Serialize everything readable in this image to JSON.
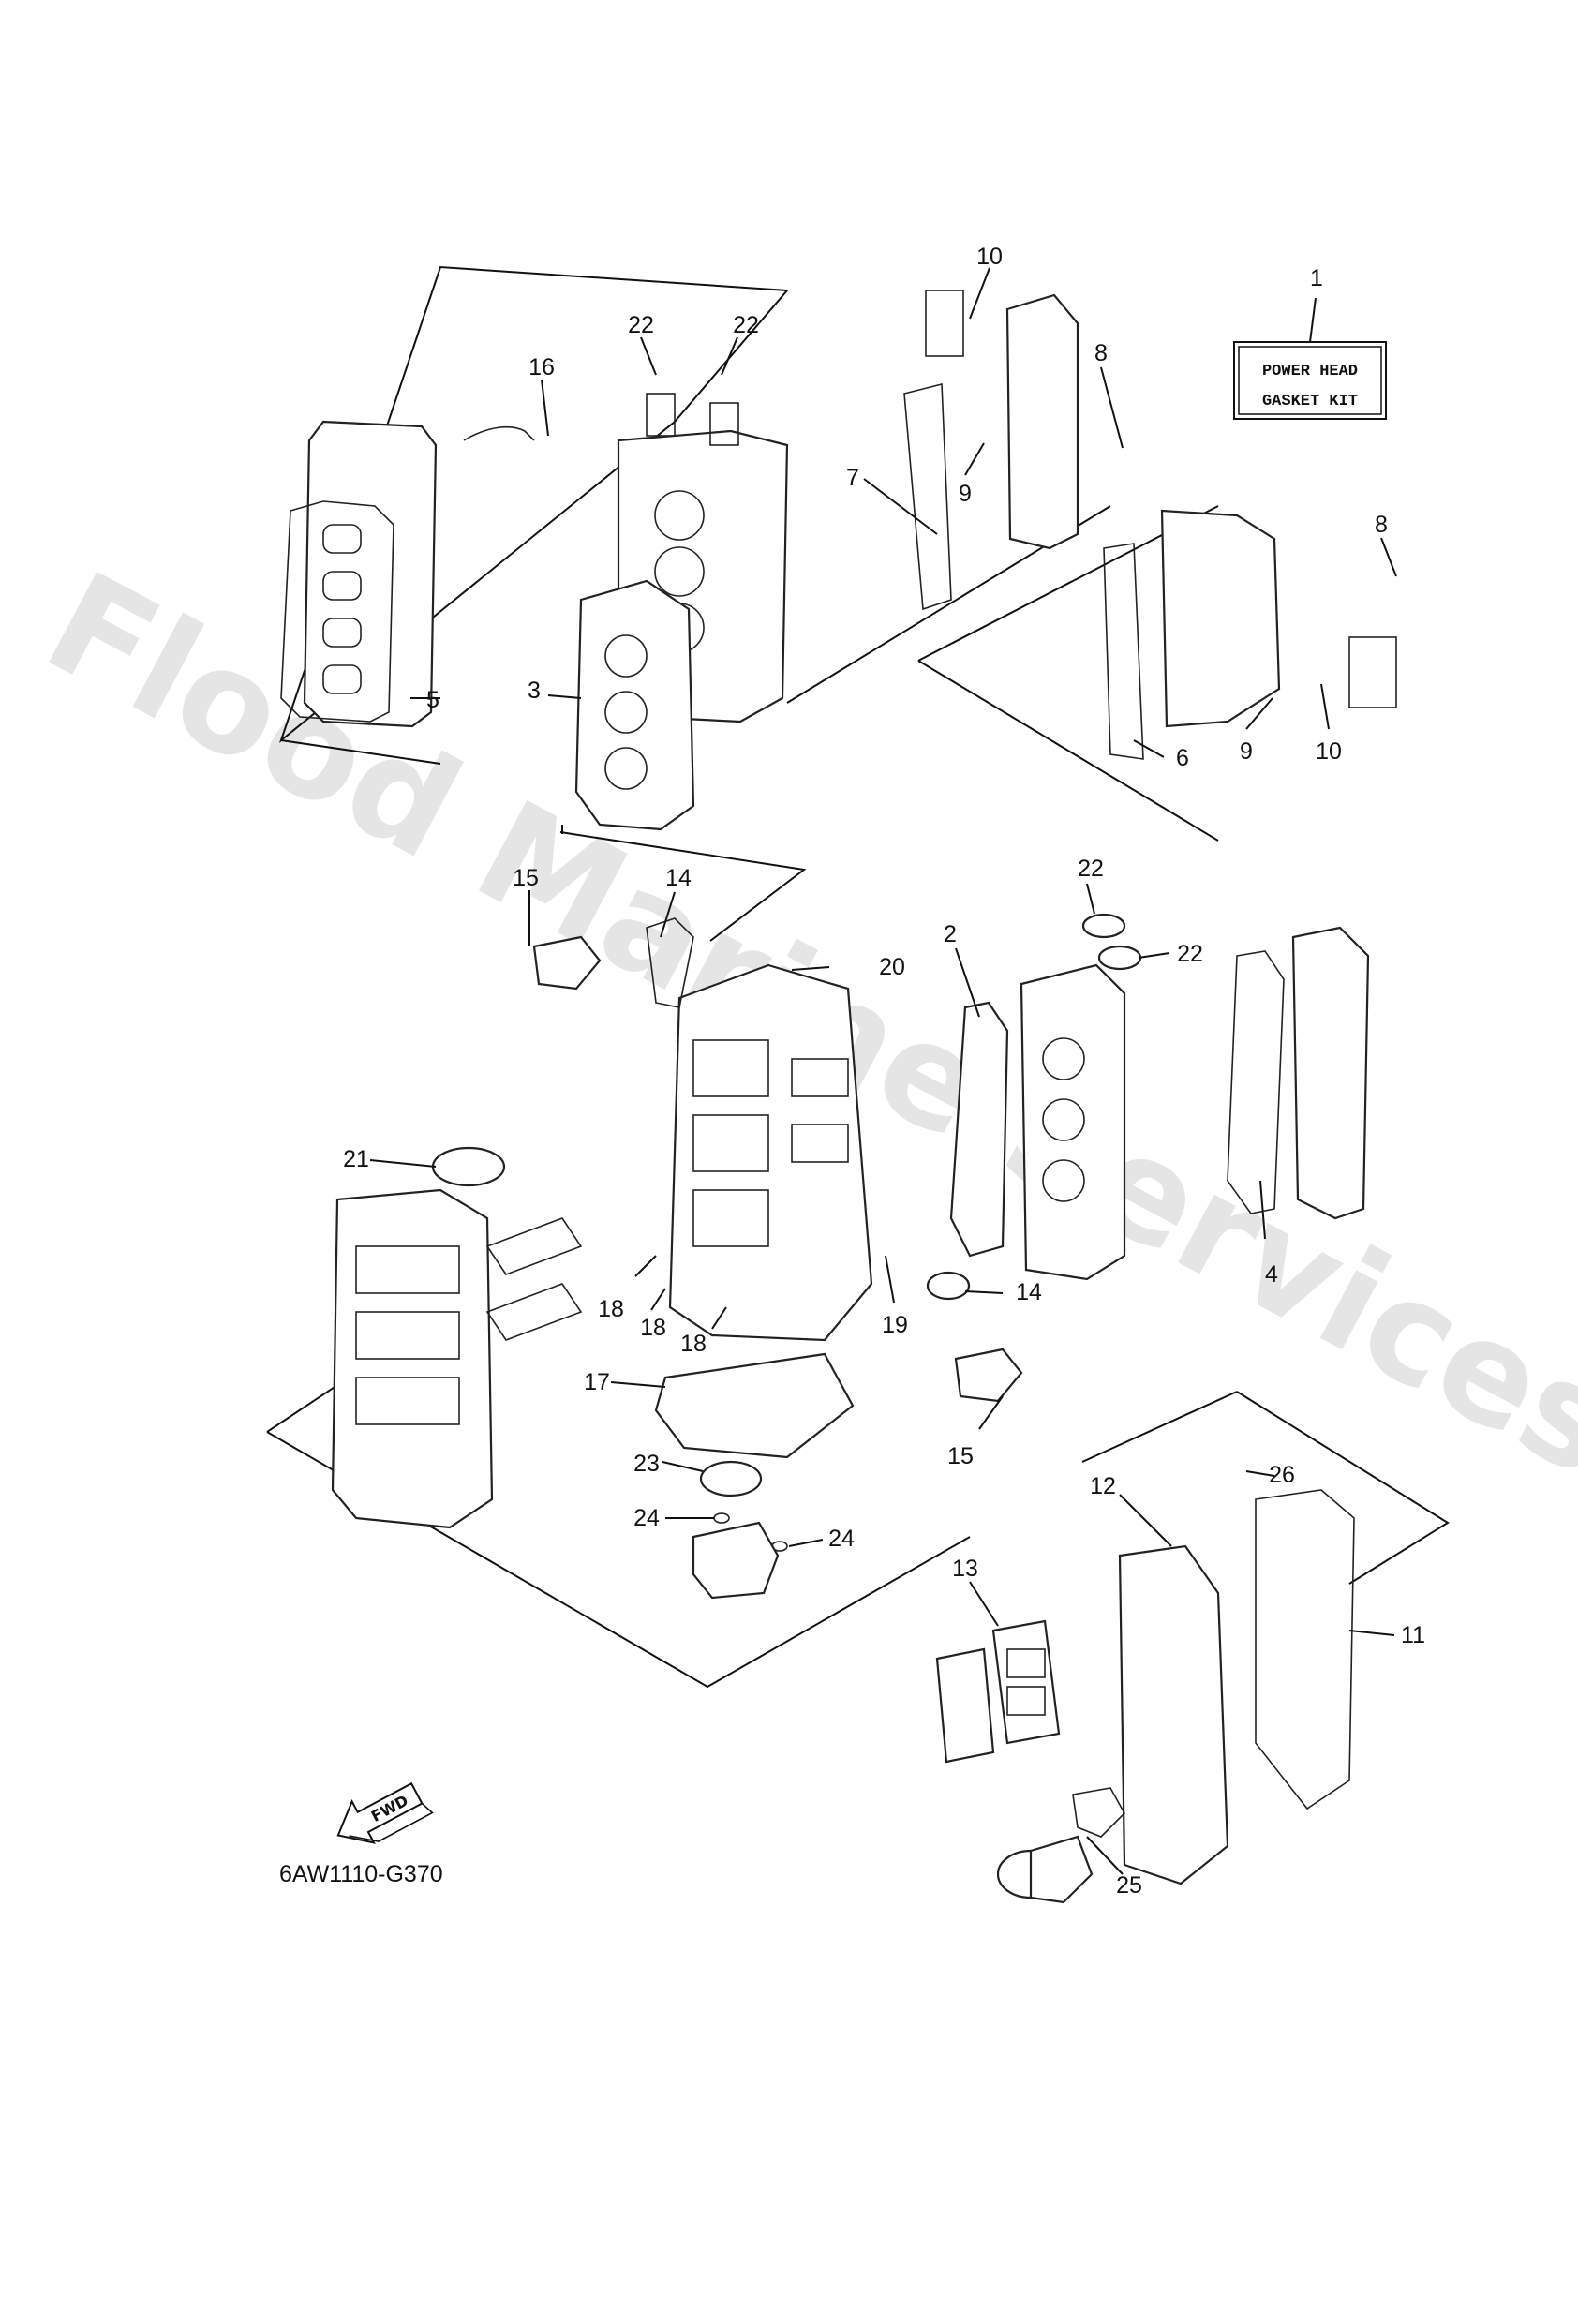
{
  "kit_box": {
    "line1": "POWER HEAD",
    "line2": "GASKET KIT"
  },
  "diagram_code": "6AW1110-G370",
  "watermark": "Flood Marine Services",
  "fwd_label": "FWD",
  "callouts": {
    "c1": "1",
    "c2": "2",
    "c3": "3",
    "c4": "4",
    "c5": "5",
    "c6": "6",
    "c7": "7",
    "c8a": "8",
    "c8b": "8",
    "c9a": "9",
    "c9b": "9",
    "c10a": "10",
    "c10b": "10",
    "c11": "11",
    "c12": "12",
    "c13": "13",
    "c14a": "14",
    "c14b": "14",
    "c15a": "15",
    "c15b": "15",
    "c16": "16",
    "c17": "17",
    "c18a": "18",
    "c18b": "18",
    "c18c": "18",
    "c19": "19",
    "c20": "20",
    "c21": "21",
    "c22a": "22",
    "c22b": "22",
    "c22c": "22",
    "c22d": "22",
    "c23": "23",
    "c24a": "24",
    "c24b": "24",
    "c25": "25",
    "c26": "26"
  }
}
